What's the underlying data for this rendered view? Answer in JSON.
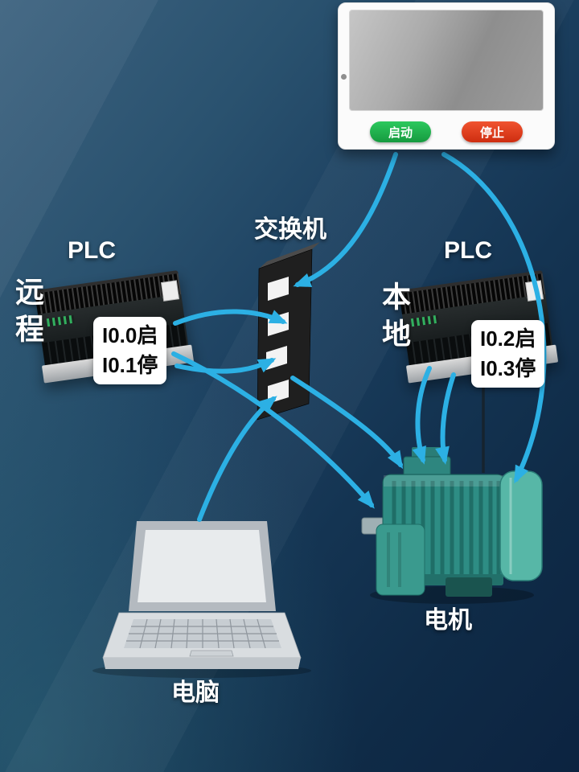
{
  "hmi": {
    "start_button": "启动",
    "stop_button": "停止"
  },
  "network_switch": {
    "label": "交换机",
    "port_count": 4
  },
  "plc_remote": {
    "title": "PLC",
    "role_label": "远程",
    "io_start": "I0.0启",
    "io_stop": "I0.1停"
  },
  "plc_local": {
    "title": "PLC",
    "role_label": "本地",
    "io_start": "I0.2启",
    "io_stop": "I0.3停"
  },
  "computer": {
    "label": "电脑"
  },
  "motor": {
    "label": "电机"
  },
  "colors": {
    "arrow": "#2cb0e4",
    "start_button": "#1fae4b",
    "stop_button": "#e2391b",
    "motor_body": "#2e8d84",
    "switch_body": "#1f1f1f",
    "background_top": "#3c627f",
    "background_bottom": "#0c2340"
  }
}
